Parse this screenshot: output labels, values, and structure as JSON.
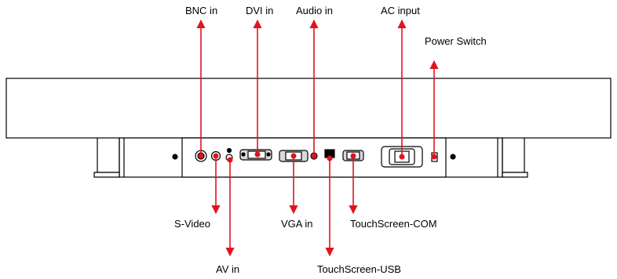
{
  "labels": {
    "bnc_in": "BNC in",
    "dvi_in": "DVI in",
    "audio_in": "Audio in",
    "ac_input": "AC input",
    "power_switch": "Power Switch",
    "s_video": "S-Video",
    "vga_in": "VGA in",
    "touchscreen_com": "TouchScreen-COM",
    "av_in": "AV in",
    "touchscreen_usb": "TouchScreen-USB"
  },
  "colors": {
    "arrow": "#e0141e",
    "outline": "#000000",
    "panel_fill": "#ffffff",
    "connector_fill": "#d9d9d9"
  }
}
